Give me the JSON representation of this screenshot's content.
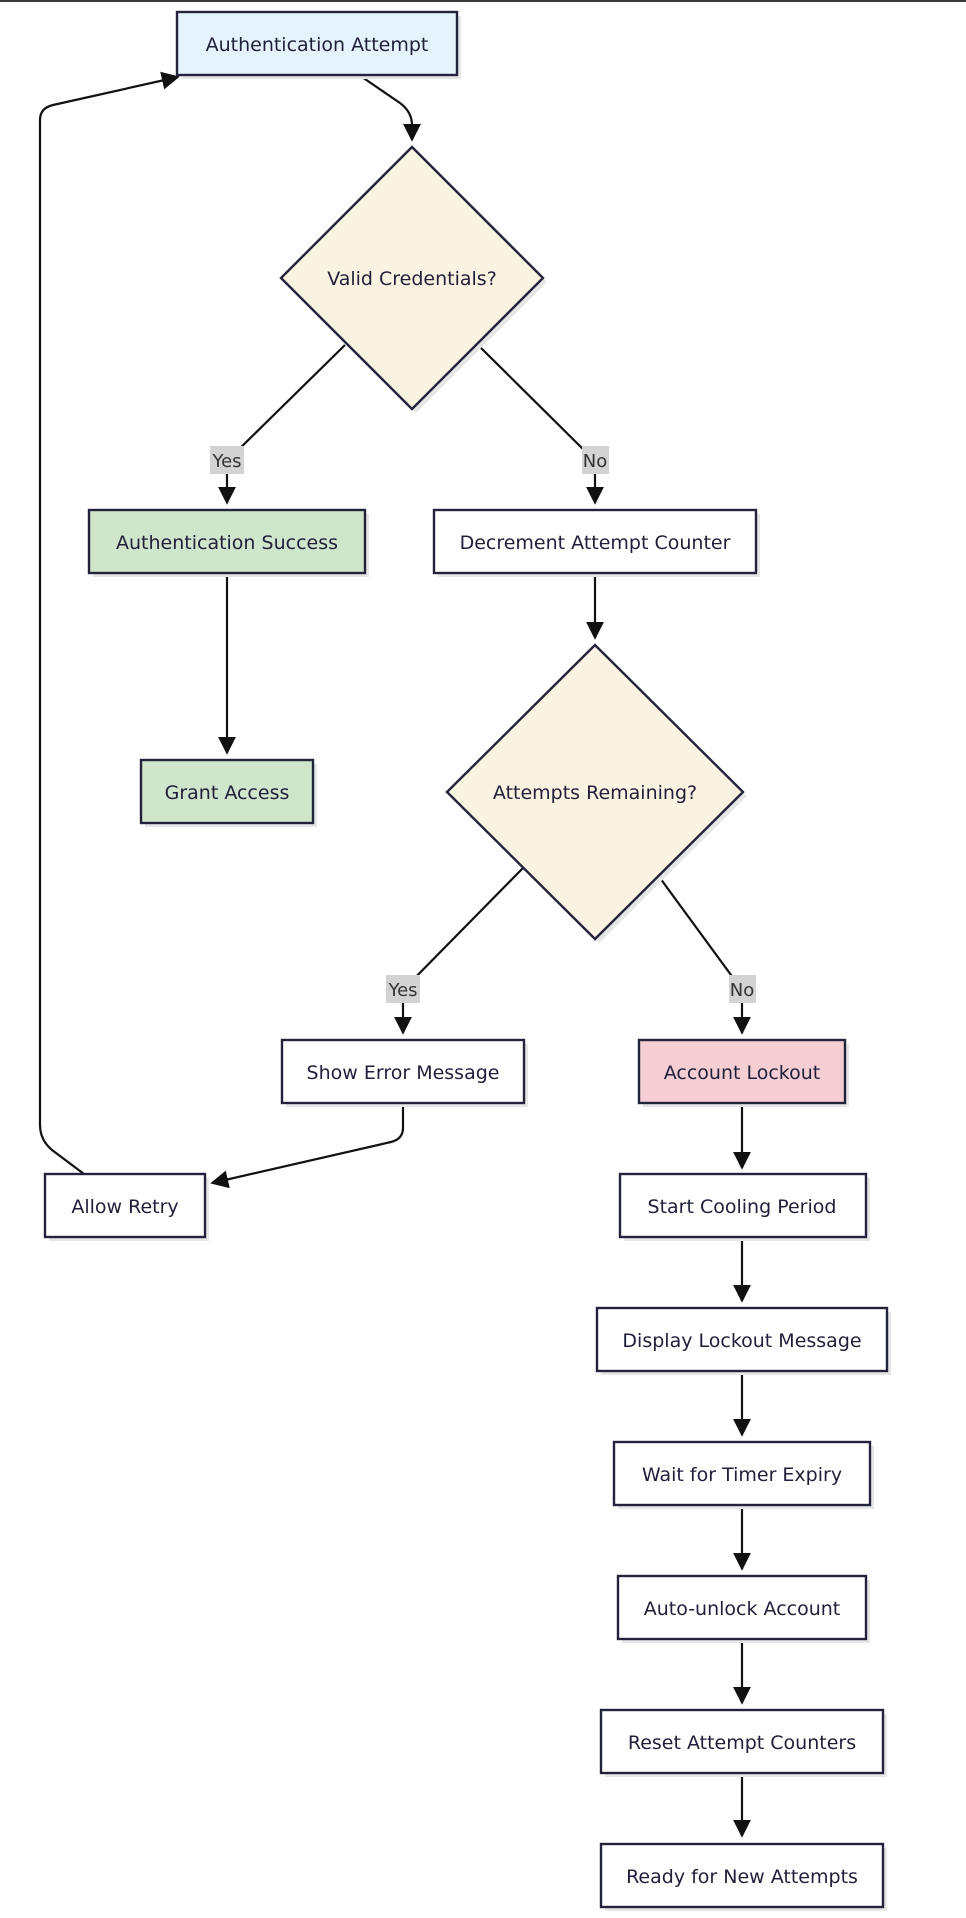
{
  "colors": {
    "start": "#e5f3fd",
    "decision": "#fbf3e2",
    "success": "#cfe5cc",
    "lockout": "#f5ced4",
    "process": "#ffffff",
    "edge_label_bg": "#d3d3d3"
  },
  "nodes": {
    "auth_attempt": "Authentication Attempt",
    "valid_credentials": "Valid Credentials?",
    "auth_success": "Authentication Success",
    "decrement_counter": "Decrement Attempt Counter",
    "grant_access": "Grant Access",
    "attempts_remaining": "Attempts Remaining?",
    "show_error": "Show Error Message",
    "account_lockout": "Account Lockout",
    "allow_retry": "Allow Retry",
    "start_cooling": "Start Cooling Period",
    "display_lockout": "Display Lockout Message",
    "wait_timer": "Wait for Timer Expiry",
    "auto_unlock": "Auto-unlock Account",
    "reset_counters": "Reset Attempt Counters",
    "ready_new": "Ready for New Attempts"
  },
  "edge_labels": {
    "valid_yes": "Yes",
    "valid_no": "No",
    "remaining_yes": "Yes",
    "remaining_no": "No"
  }
}
